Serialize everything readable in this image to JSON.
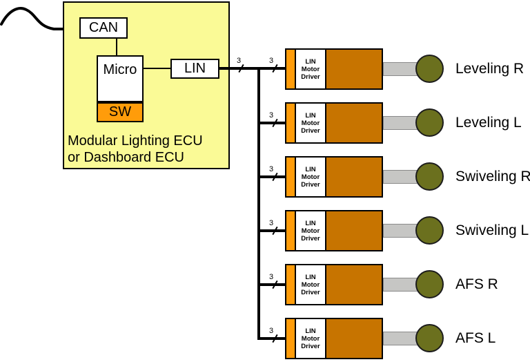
{
  "ecu": {
    "can_label": "CAN",
    "micro_label": "Micro",
    "sw_label": "SW",
    "lin_label": "LIN",
    "caption_line1": "Modular Lighting ECU",
    "caption_line2": "or Dashboard ECU"
  },
  "bus": {
    "wire_count_label": "3"
  },
  "driver": {
    "line1": "LIN",
    "line2": "Motor",
    "line3": "Driver"
  },
  "modules": [
    {
      "label": "Leveling R"
    },
    {
      "label": "Leveling L"
    },
    {
      "label": "Swiveling R"
    },
    {
      "label": "Swiveling L"
    },
    {
      "label": "AFS R"
    },
    {
      "label": "AFS L"
    }
  ],
  "colors": {
    "ecu_fill": "#FAFA96",
    "accent_orange": "#FF9C0A",
    "module_orange": "#C77400",
    "motor_olive": "#6B701E",
    "shaft_gray": "#C6C6C4",
    "line_black": "#000000"
  }
}
